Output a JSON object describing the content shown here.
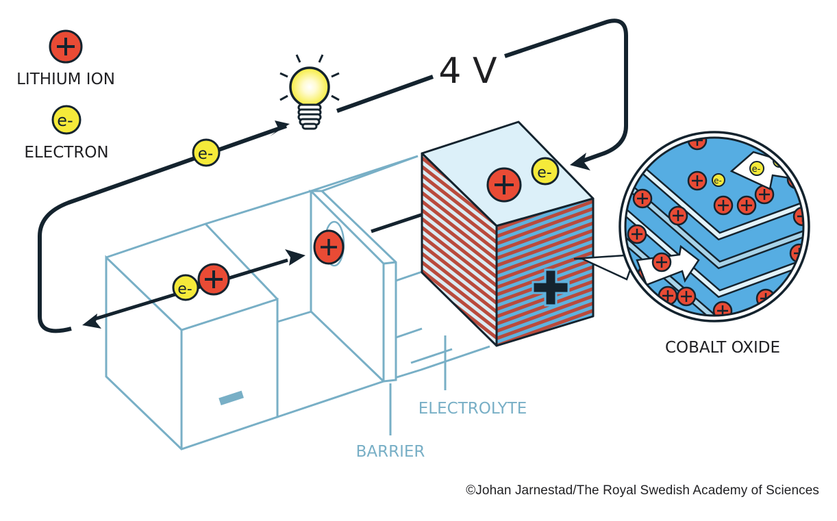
{
  "legend": {
    "lithium_ion": {
      "label": "LITHIUM ION",
      "symbol": "+"
    },
    "electron": {
      "label": "ELECTRON",
      "symbol": "e-"
    }
  },
  "circuit": {
    "voltage_label": "4 V",
    "bulb": "light-bulb"
  },
  "labels": {
    "cobalt_oxide": "COBALT OXIDE",
    "electrolyte": "ELECTROLYTE",
    "barrier": "BARRIER",
    "anode_sign": "−",
    "cathode_sign": "+"
  },
  "particles": {
    "ion_symbol": "+",
    "electron_symbol": "e-"
  },
  "credit": "©Johan Jarnestad/The Royal Swedish Academy of Sciences",
  "colors": {
    "ion_red": "#e94b35",
    "electron_yellow": "#f5ea3a",
    "outline_dark": "#14232e",
    "frame_blue": "#78afc6",
    "cathode_top": "#dcf0f9",
    "cathode_stripe_red": "#b94a3c",
    "cathode_stripe_blue": "#5fb2de",
    "zoom_bg": "#56ade2"
  }
}
